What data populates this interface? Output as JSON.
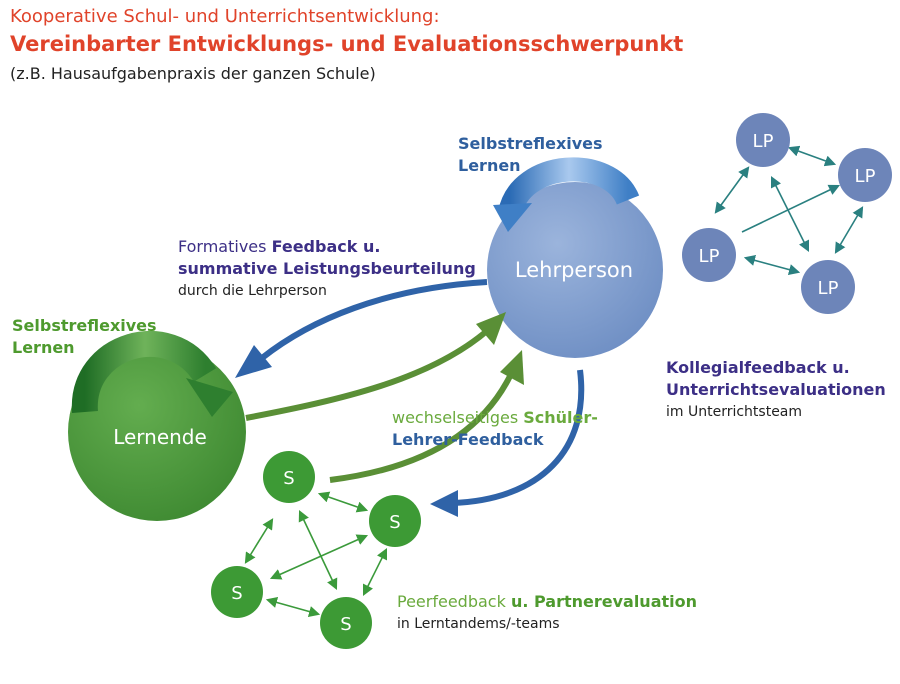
{
  "header": {
    "kicker": "Kooperative Schul- und Unterrichtsentwicklung:",
    "title": "Vereinbarter Entwicklungs- und Evaluationsschwerpunkt",
    "subtitle": "(z.B. Hausaufgabenpraxis der ganzen Schule)"
  },
  "nodes": {
    "teacher": "Lehrperson",
    "learners": "Lernende",
    "lp": "LP",
    "s": "S"
  },
  "labels": {
    "self_reflexive_teacher_1": "Selbstreflexives",
    "self_reflexive_teacher_2": "Lernen",
    "self_reflexive_learner_1": "Selbstreflexives",
    "self_reflexive_learner_2": "Lernen",
    "feedback_line1_a": "Formatives ",
    "feedback_line1_b": "Feedback u.",
    "feedback_line2": "summative Leistungsbeurteilung",
    "feedback_line3": "durch die Lehrperson",
    "mutual_line1_a": "wechselseitiges ",
    "mutual_line1_b": "Schüler-",
    "mutual_line2": "Lehrer-Feedback",
    "colleague_line1": "Kollegialfeedback u.",
    "colleague_line2": "Unterrichtsevaluationen",
    "colleague_line3": "im Unterrichtsteam",
    "peer_line1_a": "Peerfeedback ",
    "peer_line1_b": "u. Partnerevaluation",
    "peer_line2": "in Lerntandems/-teams"
  },
  "colors": {
    "red": "#e0432a",
    "blue": "#2f5f9e",
    "teacher_circle": "#7d9bcb",
    "lp_circle": "#6d85b9",
    "green": "#4e9a2e",
    "learner_circle": "#4f9a3f",
    "s_circle": "#3d9a35"
  }
}
